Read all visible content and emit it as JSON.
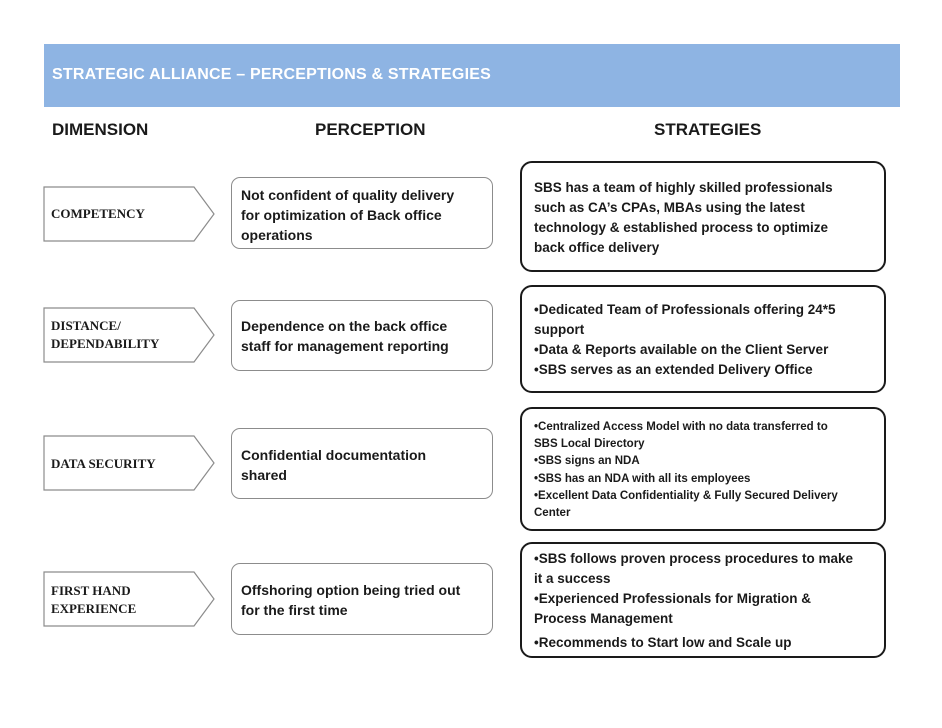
{
  "title": "STRATEGIC ALLIANCE – PERCEPTIONS & STRATEGIES",
  "headers": {
    "dimension": "DIMENSION",
    "perception": "PERCEPTION",
    "strategies": "STRATEGIES"
  },
  "colors": {
    "title_bar": "#8eb4e3",
    "title_text": "#ffffff",
    "text": "#1a1a1a"
  },
  "rows": [
    {
      "dimension": [
        "COMPETENCY"
      ],
      "perception": [
        "Not confident of quality delivery",
        "for optimization of Back office",
        "operations"
      ],
      "strategy": [
        "SBS has a team of highly skilled professionals",
        "such as CA’s CPAs, MBAs using the latest",
        "technology & established process to optimize",
        "back office delivery"
      ]
    },
    {
      "dimension": [
        "DISTANCE/",
        "DEPENDABILITY"
      ],
      "perception": [
        "Dependence on the back office",
        "staff for management reporting"
      ],
      "strategy": [
        "•Dedicated Team of Professionals offering 24*5",
        "support",
        "•Data & Reports available on the Client Server",
        "•SBS serves as an extended Delivery Office"
      ]
    },
    {
      "dimension": [
        "DATA SECURITY"
      ],
      "perception": [
        "Confidential documentation",
        "shared"
      ],
      "strategy": [
        "•Centralized Access Model with no data transferred to",
        "SBS Local Directory",
        "•SBS signs an NDA",
        "•SBS has an NDA with all its employees",
        "•Excellent Data Confidentiality & Fully Secured Delivery",
        "Center"
      ]
    },
    {
      "dimension": [
        "FIRST HAND",
        "EXPERIENCE"
      ],
      "perception": [
        "Offshoring option being tried out",
        "for the first time"
      ],
      "strategy": [
        "•SBS follows proven process procedures to make",
        "it a success",
        "•Experienced Professionals for Migration &",
        "Process Management",
        "•Recommends to Start low and Scale up"
      ]
    }
  ]
}
